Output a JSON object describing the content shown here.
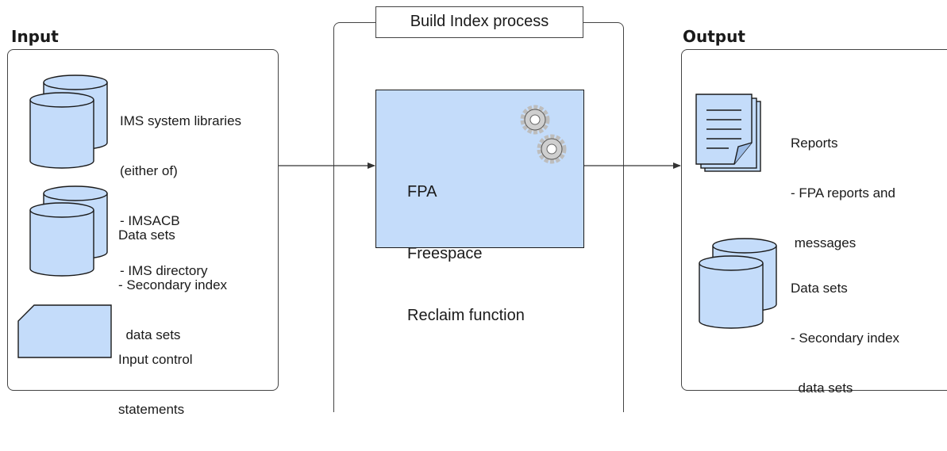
{
  "input": {
    "title": "Input",
    "items": [
      {
        "icon": "database-icon",
        "lines": [
          "IMS system libraries",
          "(either of)",
          "- IMSACB",
          "- IMS directory"
        ]
      },
      {
        "icon": "database-icon",
        "lines": [
          "Data sets",
          "- Secondary index",
          "  data sets"
        ]
      },
      {
        "icon": "control-card-icon",
        "lines": [
          "Input control",
          "statements"
        ]
      }
    ]
  },
  "process": {
    "title": "Build Index process",
    "function_lines": [
      "FPA",
      "Freespace",
      "Reclaim function"
    ],
    "icon": "gears-icon"
  },
  "output": {
    "title": "Output",
    "items": [
      {
        "icon": "report-icon",
        "lines": [
          "Reports",
          "- FPA reports and",
          " messages"
        ]
      },
      {
        "icon": "database-icon",
        "lines": [
          "Data sets",
          "- Secondary index",
          "  data sets"
        ]
      }
    ]
  },
  "colors": {
    "fill": "#c4dcfa",
    "stroke": "#1a1a1a",
    "border": "#444444"
  }
}
